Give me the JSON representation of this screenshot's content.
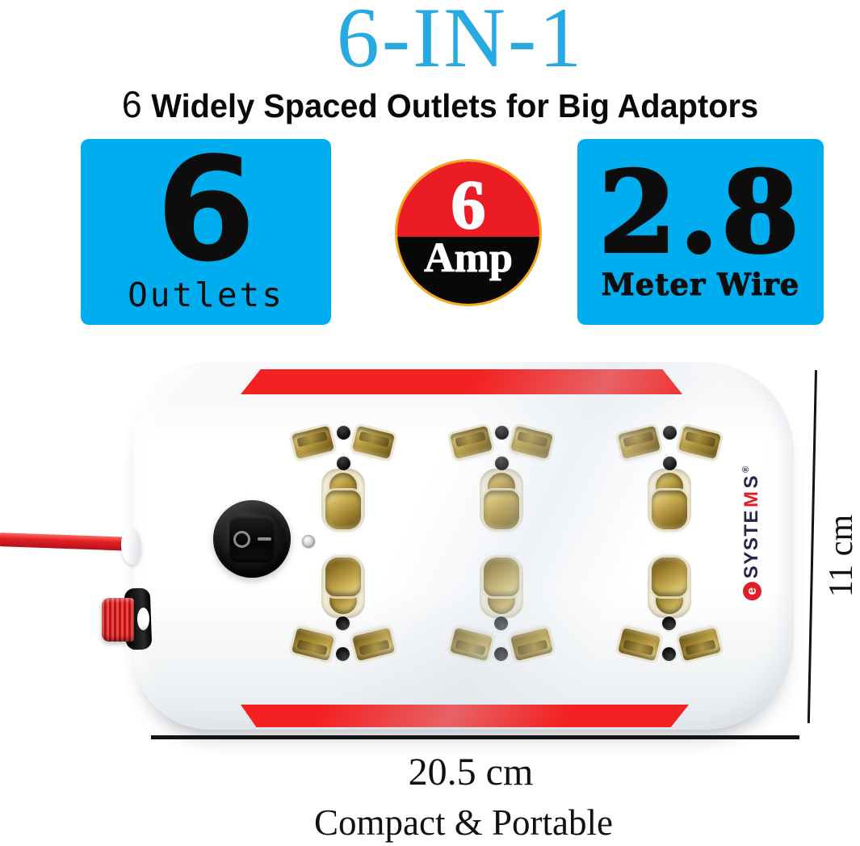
{
  "header": {
    "title": "6-IN-1",
    "subtitle_number": "6",
    "subtitle_text": "Widely Spaced Outlets for Big Adaptors"
  },
  "badges": {
    "outlets": {
      "value": "6",
      "label": "Outlets"
    },
    "amp": {
      "value": "6",
      "label": "Amp"
    },
    "wire": {
      "value": "2.8",
      "label": "Meter Wire"
    }
  },
  "product": {
    "brand": {
      "logo_letter": "e",
      "letters_dark": "SYSTE",
      "letter_accent": "M",
      "letter_end": "S",
      "registered": "®"
    },
    "switch_icons": {
      "off": "power-off-circle",
      "on": "power-on-dash"
    },
    "outlet_count": 6
  },
  "dimensions": {
    "height_label": "11 cm",
    "width_label": "20.5 cm"
  },
  "tagline": "Compact & Portable",
  "colors": {
    "title_blue": "#29A9E2",
    "badge_blue": "#00AEEF",
    "stripe_red": "#F32121",
    "circle_red": "#EC1C24",
    "gold_ring": "#F5A81C",
    "brass": "#C3A648",
    "brand_navy": "#23284A",
    "brand_red": "#E01E25",
    "black": "#0D0D0D"
  }
}
